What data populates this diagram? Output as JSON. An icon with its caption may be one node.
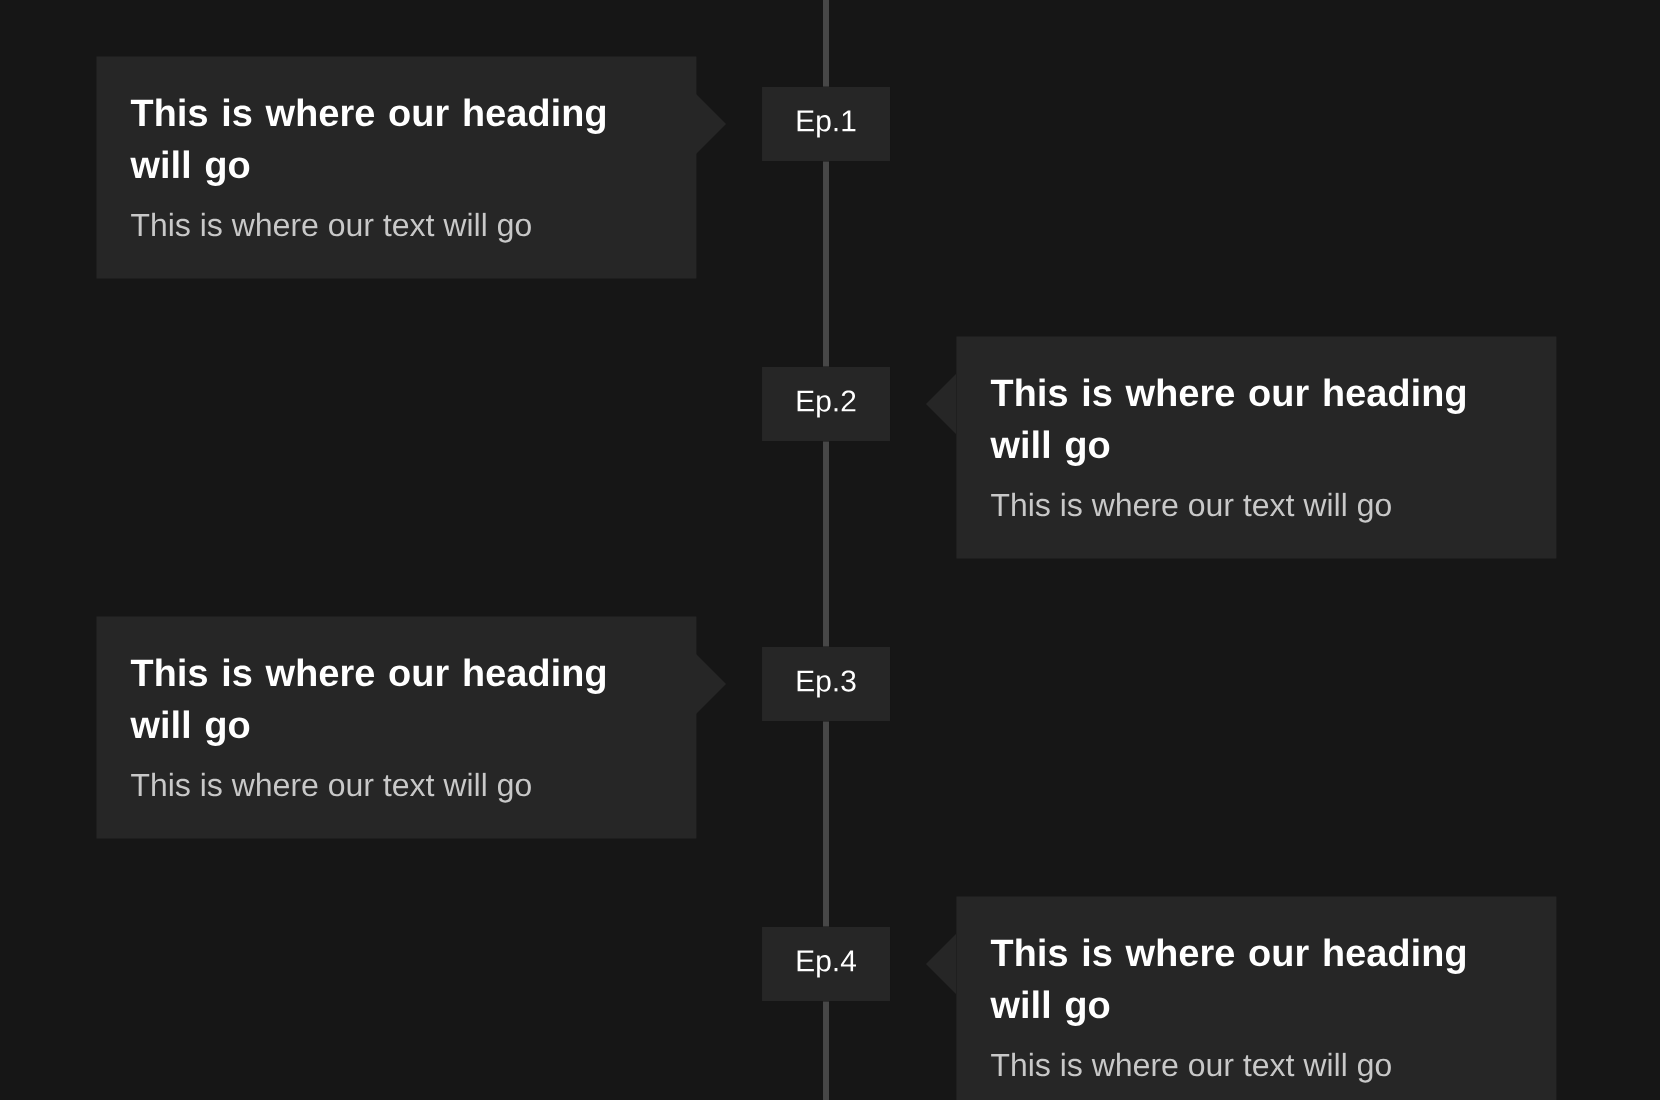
{
  "diagram": {
    "nodes": [
      {
        "text": [
          "This is where our heading will go",
          "This is where our text will go"
        ]
      },
      {
        "text": [
          "Ep.1"
        ]
      },
      {
        "text": [
          "Ep.2"
        ]
      },
      {
        "text": [
          "This is where our heading will go",
          "This is where our text will go"
        ]
      },
      {
        "text": [
          "This is where our heading will go",
          "This is where our text will go"
        ]
      },
      {
        "text": [
          "Ep.3"
        ]
      },
      {
        "text": [
          "Ep.4"
        ]
      },
      {
        "text": [
          "This is where our heading will go",
          "This is where our text will go"
        ]
      }
    ],
    "edges": [
      {
        "from": null,
        "to": 1,
        "arrow": "none"
      },
      {
        "from": 1,
        "to": 2,
        "arrow": "none"
      },
      {
        "from": 2,
        "to": 5,
        "arrow": "none"
      },
      {
        "from": 5,
        "to": 6,
        "arrow": "none"
      },
      {
        "from": 6,
        "to": null,
        "arrow": "none"
      }
    ]
  }
}
